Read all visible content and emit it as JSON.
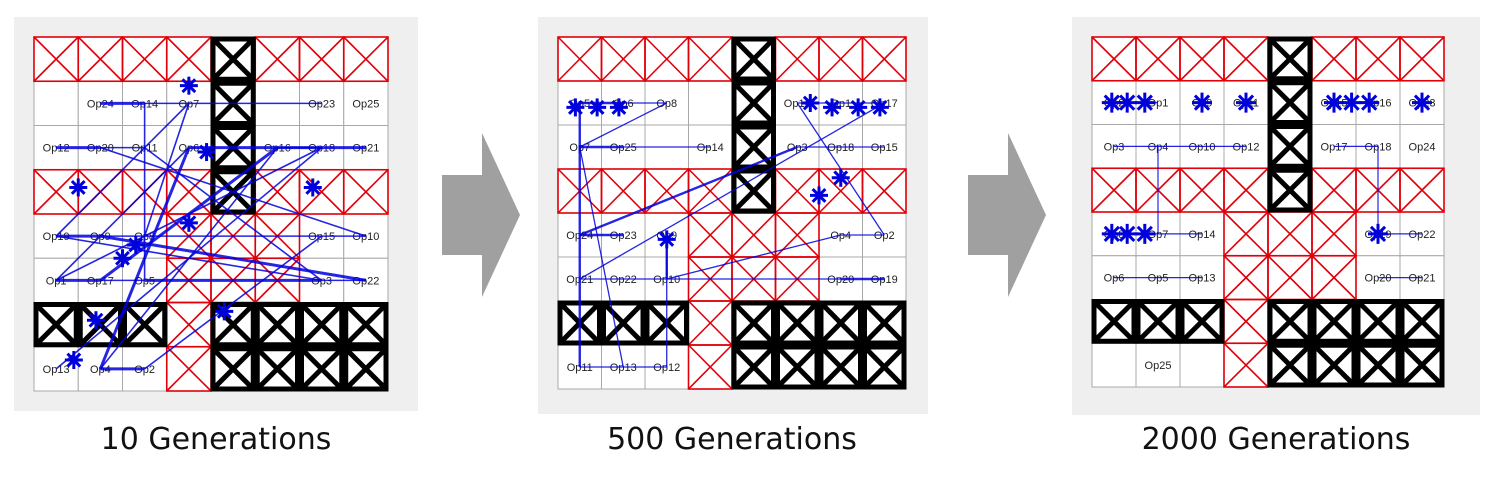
{
  "colors": {
    "grid": "#a8a8a8",
    "restricted": "#e0000a",
    "blocked": "#000000",
    "link": "#0000dd",
    "arrow": "#a0a0a0",
    "panel_bg": "#efefef"
  },
  "panels": [
    {
      "label": "10 Generations",
      "cells": [
        {
          "name": "Op24",
          "col": 1,
          "row": 1
        },
        {
          "name": "Op14",
          "col": 2,
          "row": 1
        },
        {
          "name": "Op7",
          "col": 3,
          "row": 1
        },
        {
          "name": "Op23",
          "col": 6,
          "row": 1
        },
        {
          "name": "Op25",
          "col": 7,
          "row": 1
        },
        {
          "name": "Op12",
          "col": 0,
          "row": 2
        },
        {
          "name": "Op20",
          "col": 1,
          "row": 2
        },
        {
          "name": "Op11",
          "col": 2,
          "row": 2
        },
        {
          "name": "Op6",
          "col": 3,
          "row": 2
        },
        {
          "name": "Op16",
          "col": 5,
          "row": 2
        },
        {
          "name": "Op18",
          "col": 6,
          "row": 2
        },
        {
          "name": "Op21",
          "col": 7,
          "row": 2
        },
        {
          "name": "Op19",
          "col": 0,
          "row": 4
        },
        {
          "name": "Op9",
          "col": 1,
          "row": 4
        },
        {
          "name": "Op8",
          "col": 2,
          "row": 4
        },
        {
          "name": "Op15",
          "col": 6,
          "row": 4
        },
        {
          "name": "Op10",
          "col": 7,
          "row": 4
        },
        {
          "name": "Op1",
          "col": 0,
          "row": 5
        },
        {
          "name": "Op17",
          "col": 1,
          "row": 5
        },
        {
          "name": "Op5",
          "col": 2,
          "row": 5
        },
        {
          "name": "Op3",
          "col": 6,
          "row": 5
        },
        {
          "name": "Op22",
          "col": 7,
          "row": 5
        },
        {
          "name": "Op13",
          "col": 0,
          "row": 7
        },
        {
          "name": "Op4",
          "col": 1,
          "row": 7
        },
        {
          "name": "Op2",
          "col": 2,
          "row": 7
        }
      ]
    },
    {
      "label": "500 Generations",
      "cells": [
        {
          "name": "Op5",
          "col": 0,
          "row": 1
        },
        {
          "name": "Op6",
          "col": 1,
          "row": 1
        },
        {
          "name": "Op8",
          "col": 2,
          "row": 1
        },
        {
          "name": "Op16",
          "col": 5,
          "row": 1
        },
        {
          "name": "Op1",
          "col": 6,
          "row": 1
        },
        {
          "name": "Op17",
          "col": 7,
          "row": 1
        },
        {
          "name": "Op7",
          "col": 0,
          "row": 2
        },
        {
          "name": "Op25",
          "col": 1,
          "row": 2
        },
        {
          "name": "Op14",
          "col": 3,
          "row": 2
        },
        {
          "name": "Op3",
          "col": 5,
          "row": 2
        },
        {
          "name": "Op18",
          "col": 6,
          "row": 2
        },
        {
          "name": "Op15",
          "col": 7,
          "row": 2
        },
        {
          "name": "Op24",
          "col": 0,
          "row": 4
        },
        {
          "name": "Op23",
          "col": 1,
          "row": 4
        },
        {
          "name": "Op9",
          "col": 2,
          "row": 4
        },
        {
          "name": "Op4",
          "col": 6,
          "row": 4
        },
        {
          "name": "Op2",
          "col": 7,
          "row": 4
        },
        {
          "name": "Op21",
          "col": 0,
          "row": 5
        },
        {
          "name": "Op22",
          "col": 1,
          "row": 5
        },
        {
          "name": "Op10",
          "col": 2,
          "row": 5
        },
        {
          "name": "Op20",
          "col": 6,
          "row": 5
        },
        {
          "name": "Op19",
          "col": 7,
          "row": 5
        },
        {
          "name": "Op11",
          "col": 0,
          "row": 7
        },
        {
          "name": "Op13",
          "col": 1,
          "row": 7
        },
        {
          "name": "Op12",
          "col": 2,
          "row": 7
        }
      ]
    },
    {
      "label": "2000 Generations",
      "cells": [
        {
          "name": "Op2",
          "col": 0,
          "row": 1
        },
        {
          "name": "Op1",
          "col": 1,
          "row": 1
        },
        {
          "name": "Op9",
          "col": 2,
          "row": 1
        },
        {
          "name": "Op11",
          "col": 3,
          "row": 1
        },
        {
          "name": "Op15",
          "col": 5,
          "row": 1
        },
        {
          "name": "Op16",
          "col": 6,
          "row": 1
        },
        {
          "name": "Op23",
          "col": 7,
          "row": 1
        },
        {
          "name": "Op3",
          "col": 0,
          "row": 2
        },
        {
          "name": "Op4",
          "col": 1,
          "row": 2
        },
        {
          "name": "Op10",
          "col": 2,
          "row": 2
        },
        {
          "name": "Op12",
          "col": 3,
          "row": 2
        },
        {
          "name": "Op17",
          "col": 5,
          "row": 2
        },
        {
          "name": "Op18",
          "col": 6,
          "row": 2
        },
        {
          "name": "Op24",
          "col": 7,
          "row": 2
        },
        {
          "name": "Op8",
          "col": 0,
          "row": 4
        },
        {
          "name": "Op7",
          "col": 1,
          "row": 4
        },
        {
          "name": "Op14",
          "col": 2,
          "row": 4
        },
        {
          "name": "Op19",
          "col": 6,
          "row": 4
        },
        {
          "name": "Op22",
          "col": 7,
          "row": 4
        },
        {
          "name": "Op6",
          "col": 0,
          "row": 5
        },
        {
          "name": "Op5",
          "col": 1,
          "row": 5
        },
        {
          "name": "Op13",
          "col": 2,
          "row": 5
        },
        {
          "name": "Op20",
          "col": 6,
          "row": 5
        },
        {
          "name": "Op21",
          "col": 7,
          "row": 5
        },
        {
          "name": "Op25",
          "col": 1,
          "row": 7
        }
      ]
    }
  ]
}
